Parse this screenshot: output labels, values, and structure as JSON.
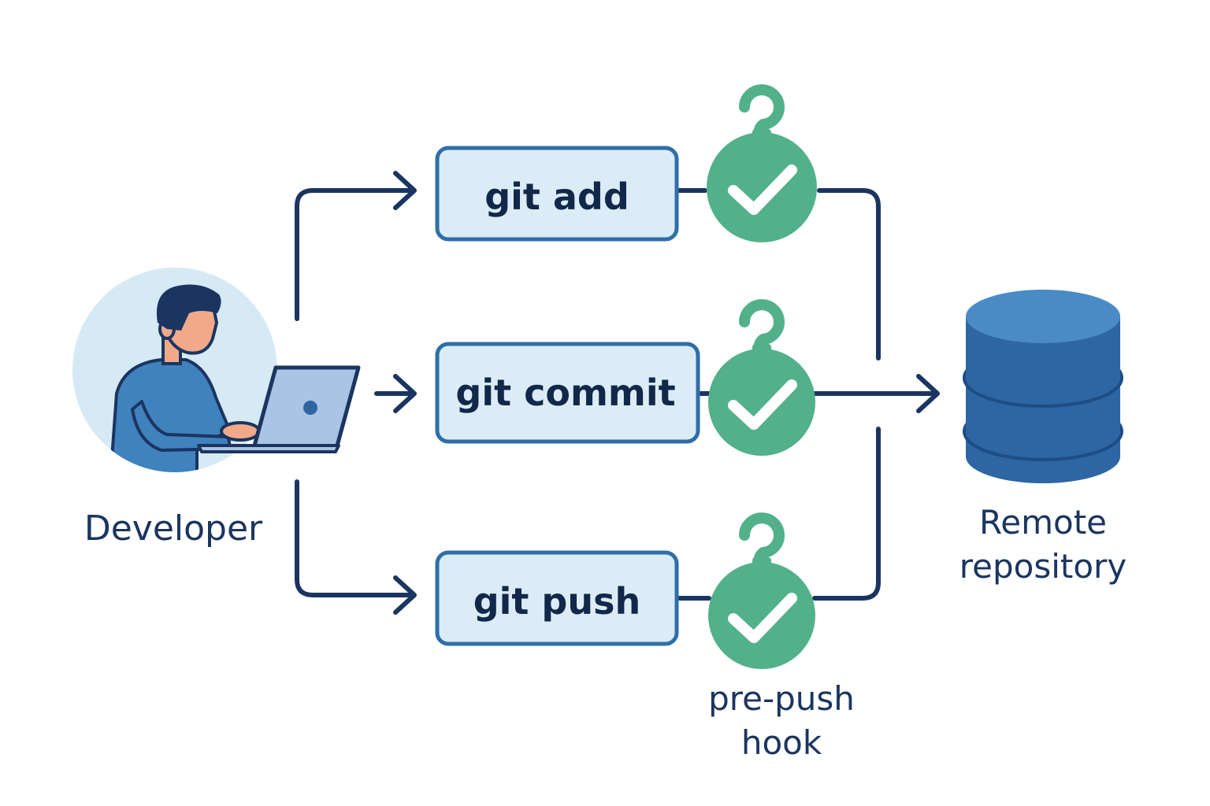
{
  "developer": {
    "label": "Developer"
  },
  "commands": [
    {
      "label": "git add"
    },
    {
      "label": "git commit"
    },
    {
      "label": "git push"
    }
  ],
  "hooks": [
    {
      "icon": "hook-check-icon",
      "status": "passed"
    },
    {
      "icon": "hook-check-icon",
      "status": "passed"
    },
    {
      "icon": "hook-check-icon",
      "status": "passed"
    }
  ],
  "hook_caption": {
    "line1": "pre-push",
    "line2": "hook"
  },
  "remote": {
    "line1": "Remote",
    "line2": "repository",
    "icon": "database-icon"
  },
  "colors": {
    "navy": "#1b3560",
    "box_fill": "#dcecf6",
    "box_stroke": "#2f6ea8",
    "hook_green": "#52b18a",
    "db_blue": "#2d66a3",
    "avatar_bg": "#d6eaf5"
  }
}
